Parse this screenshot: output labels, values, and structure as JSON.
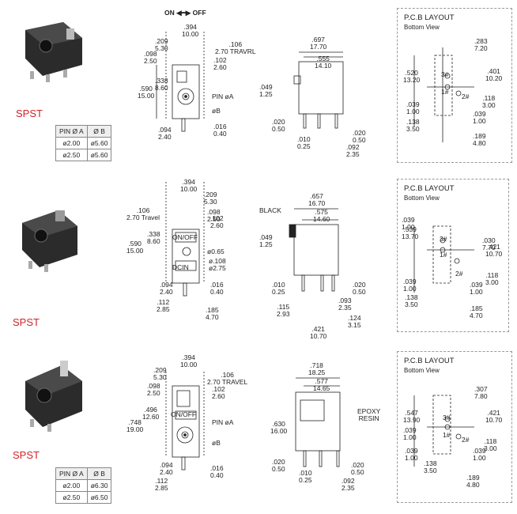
{
  "top_label": "ON ◀━▶ OFF",
  "rows": [
    {
      "spst": "SPST",
      "table": {
        "headers": [
          "PIN Ø A",
          "Ø B"
        ],
        "rows": [
          [
            "ø2.00",
            "ø5.60"
          ],
          [
            "ø2.50",
            "ø5.60"
          ]
        ]
      },
      "front": [
        ".394\n10.00",
        ".209\n5.30",
        ".106\n2.70 TRAVRL",
        ".098\n2.50",
        ".102\n2.60",
        ".338\n8.60",
        ".590\n15.00",
        "PIN øA",
        "øB",
        ".094\n2.40",
        ".016\n0.40"
      ],
      "side": [
        ".697\n17.70",
        ".555\n14.10",
        ".049\n1.25",
        ".020\n0.50",
        ".010\n0.25",
        ".020\n0.50",
        ".092\n2.35"
      ],
      "pcb": {
        "title": "P.C.B LAYOUT",
        "subtitle": "Bottom View",
        "dims": [
          ".283\n7.20",
          ".520\n13.20",
          ".401\n10.20",
          ".118\n3.00",
          ".039\n1.00",
          ".039\n1.00",
          ".138\n3.50",
          ".189\n4.80"
        ],
        "pins": [
          "3#",
          "1#",
          "2#"
        ]
      }
    },
    {
      "spst": "SPST",
      "front": [
        ".394\n10.00",
        ".209\n5.30",
        ".106\n2.70 Travel",
        ".098\n2.50",
        ".102\n2.60",
        ".338\n8.60",
        ".590\n15.00",
        "ON/OFF",
        "DCIN",
        "ø0.65",
        "ø.108\nø2.75",
        ".094\n2.40",
        ".016\n0.40",
        ".112\n2.85",
        ".185\n4.70"
      ],
      "side": [
        ".657\n16.70",
        ".575\n14.60",
        "BLACK",
        ".049\n1.25",
        ".010\n0.25",
        ".020\n0.50",
        ".115\n2.93",
        ".093\n2.35",
        ".124\n3.15",
        ".421\n10.70"
      ],
      "pcb": {
        "title": "P.C.B LAYOUT",
        "subtitle": "Bottom View",
        "dims": [
          ".039\n1.00",
          ".539\n13.70",
          ".030\n7.70",
          ".421\n10.70",
          ".118\n3.00",
          ".039\n1.00",
          ".039\n1.00",
          ".138\n3.50",
          ".185\n4.70"
        ],
        "pins": [
          "3#",
          "1#",
          "2#"
        ]
      }
    },
    {
      "spst": "SPST",
      "table": {
        "headers": [
          "PIN Ø A",
          "Ø B"
        ],
        "rows": [
          [
            "ø2.00",
            "ø6.30"
          ],
          [
            "ø2.50",
            "ø6.50"
          ]
        ]
      },
      "front": [
        ".394\n10.00",
        ".209\n5.30",
        ".106\n2.70 TRAVEL",
        ".098\n2.50",
        ".102\n2.60",
        ".496\n12.60",
        ".748\n19.00",
        "ON/OFF",
        "PIN øA",
        "øB",
        ".094\n2.40",
        ".016\n0.40",
        ".112\n2.85"
      ],
      "side": [
        ".718\n18.25",
        ".577\n14.65",
        ".630\n16.00",
        "EPOXY\nRESIN",
        ".020\n0.50",
        ".010\n0.25",
        ".020\n0.50",
        ".092\n2.35"
      ],
      "pcb": {
        "title": "P.C.B LAYOUT",
        "subtitle": "Bottom View",
        "dims": [
          ".307\n7.80",
          ".547\n13.90",
          ".421\n10.70",
          ".039\n1.00",
          ".118\n3.00",
          ".039\n1.00",
          ".039\n1.00",
          ".138\n3.50",
          ".189\n4.80"
        ],
        "pins": [
          "3#",
          "1#",
          "2#"
        ]
      }
    }
  ]
}
